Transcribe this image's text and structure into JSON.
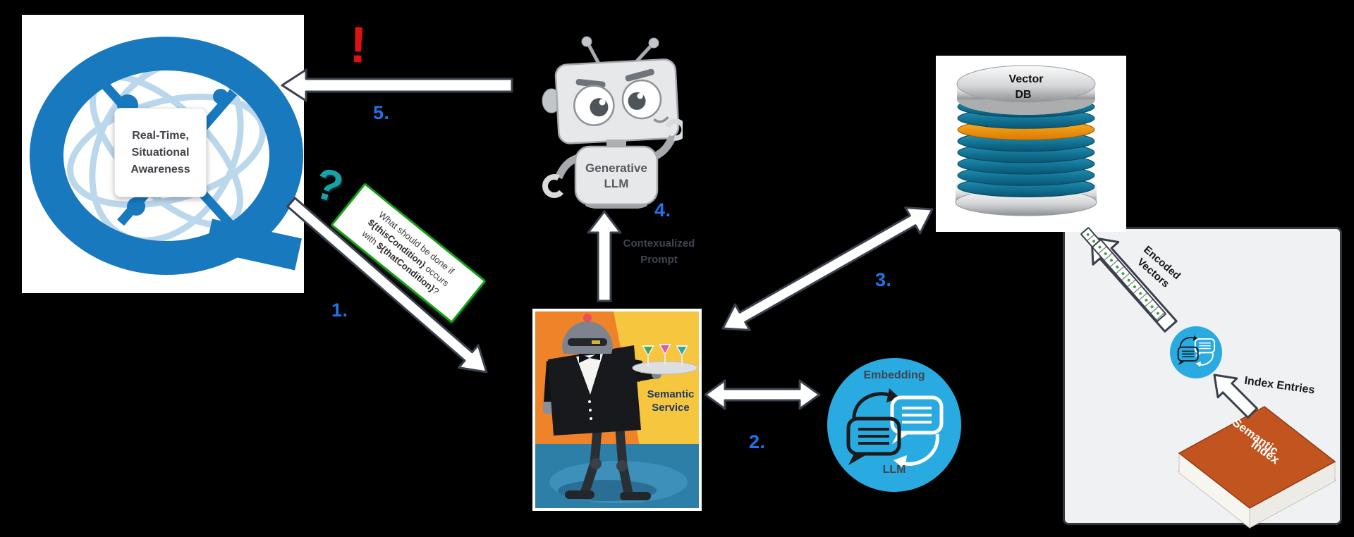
{
  "background": "#000000",
  "palette": {
    "step_blue": "#2273E6",
    "q_blue": "#1879BF",
    "embedding_blue": "#29ABE2",
    "panel_bg": "#EFF1F3",
    "arrow_fill": "#FFFFFF",
    "arrow_outline": "#3A404C",
    "alert_red": "#DE1212",
    "question_teal": "#19A1A6",
    "prompt_border_green": "#12A212",
    "book_orange": "#C2551F"
  },
  "icons": {
    "q_logo": "q-globe-logo",
    "alert": "exclamation-icon",
    "question": "question-mark-icon",
    "chat_bubbles": "speech-bubbles-llm-icon"
  },
  "q_module": {
    "card_lines": [
      "Real-Time,",
      "Situational",
      "Awareness"
    ]
  },
  "alert": {
    "exclamation": "!",
    "question_mark": "?"
  },
  "steps": {
    "s1": "1.",
    "s2": "2.",
    "s3": "3.",
    "s4": "4.",
    "s5": "5."
  },
  "prompt_box": {
    "line1": "What should be done if",
    "line2_bold": "${thisCondition}",
    "line2_rest": " occurs",
    "line3_pre": "with ",
    "line3_bold": "${thatCondition}",
    "line3_post": "?"
  },
  "generative_llm": {
    "label": [
      "Generative",
      "LLM"
    ]
  },
  "contextualized_prompt": [
    "Contexualized",
    "Prompt"
  ],
  "semantic_service": {
    "label": [
      "Semantic",
      "Service"
    ]
  },
  "embedding_llm": {
    "top": "Embedding",
    "bottom": "LLM"
  },
  "vector_db": {
    "label": [
      "Vector",
      "DB"
    ]
  },
  "index_panel": {
    "encoded_vectors": [
      "Encoded",
      "Vectors"
    ],
    "index_entries": "Index Entries",
    "book_title": [
      "Semantic",
      "Index"
    ]
  }
}
